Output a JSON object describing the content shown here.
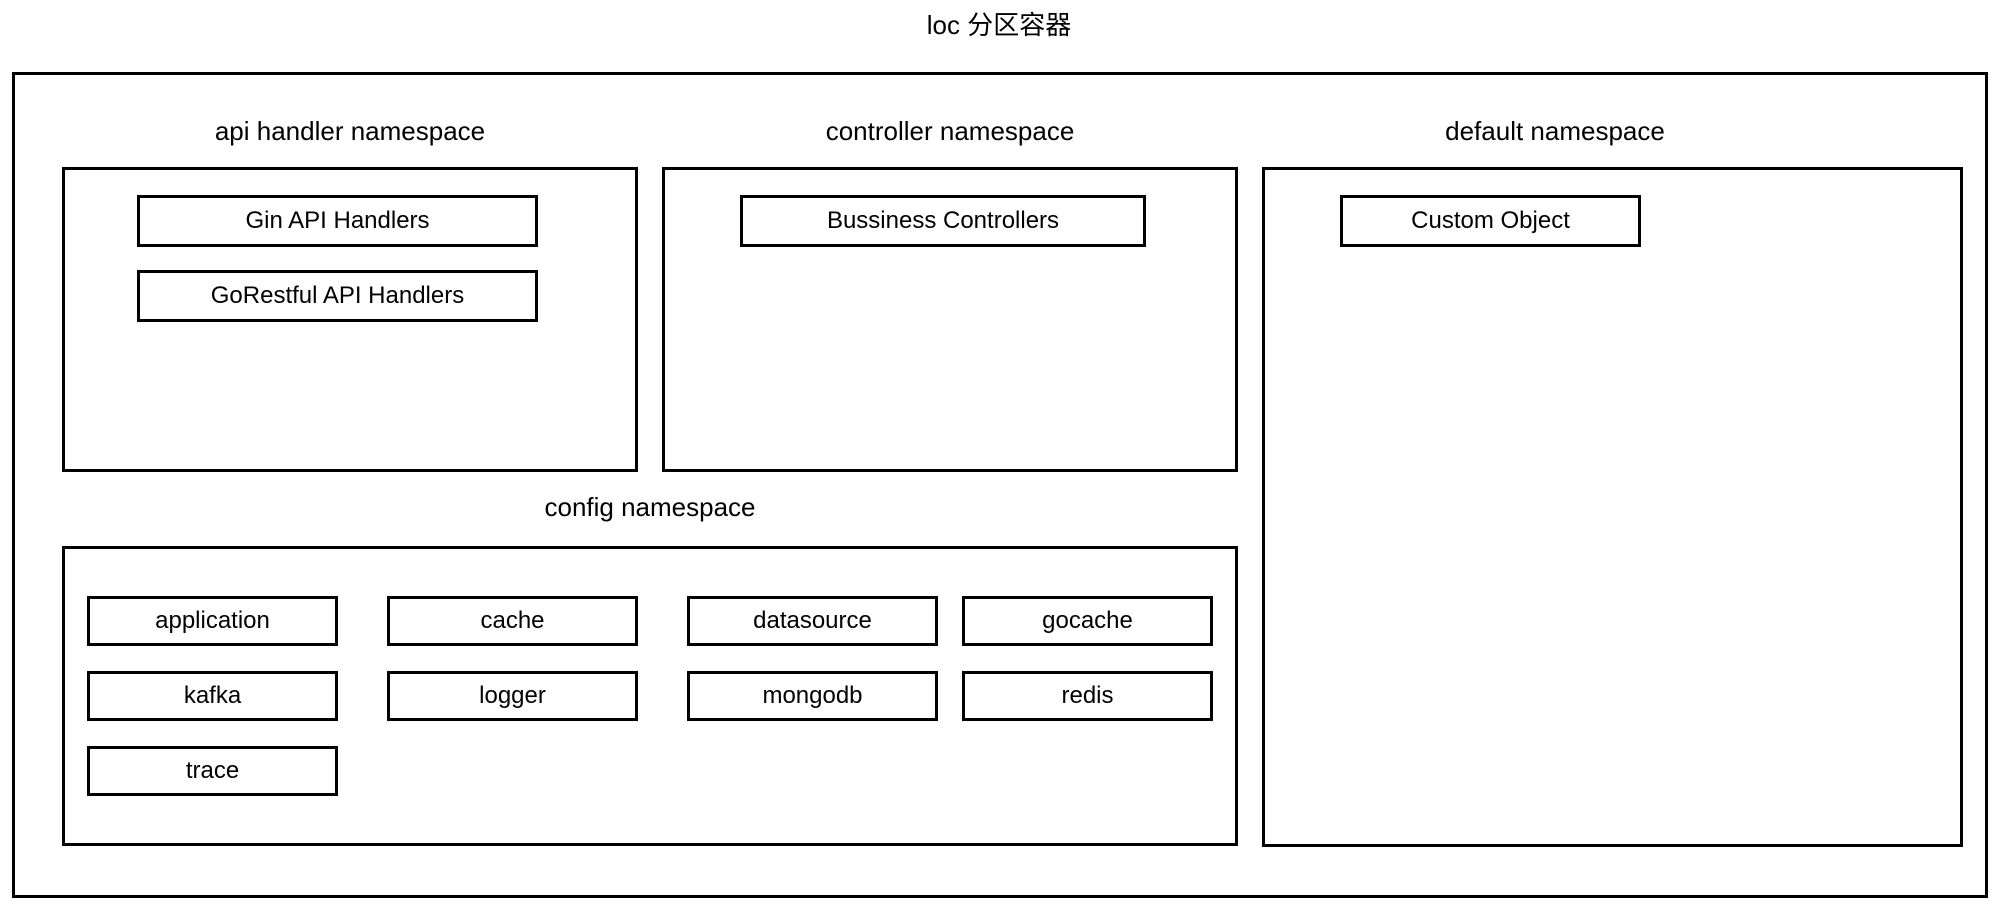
{
  "title": "loc 分区容器",
  "diagram": {
    "namespaces": [
      {
        "id": "api-handler",
        "label": "api handler namespace",
        "items": [
          "Gin API Handlers",
          "GoRestful API Handlers"
        ]
      },
      {
        "id": "controller",
        "label": "controller namespace",
        "items": [
          "Bussiness Controllers"
        ]
      },
      {
        "id": "default",
        "label": "default namespace",
        "items": [
          "Custom Object"
        ]
      },
      {
        "id": "config",
        "label": "config namespace",
        "items": [
          "application",
          "cache",
          "datasource",
          "gocache",
          "kafka",
          "logger",
          "mongodb",
          "redis",
          "trace"
        ]
      }
    ]
  },
  "colors": {
    "stroke": "#000000",
    "background": "#ffffff",
    "text": "#000000"
  }
}
